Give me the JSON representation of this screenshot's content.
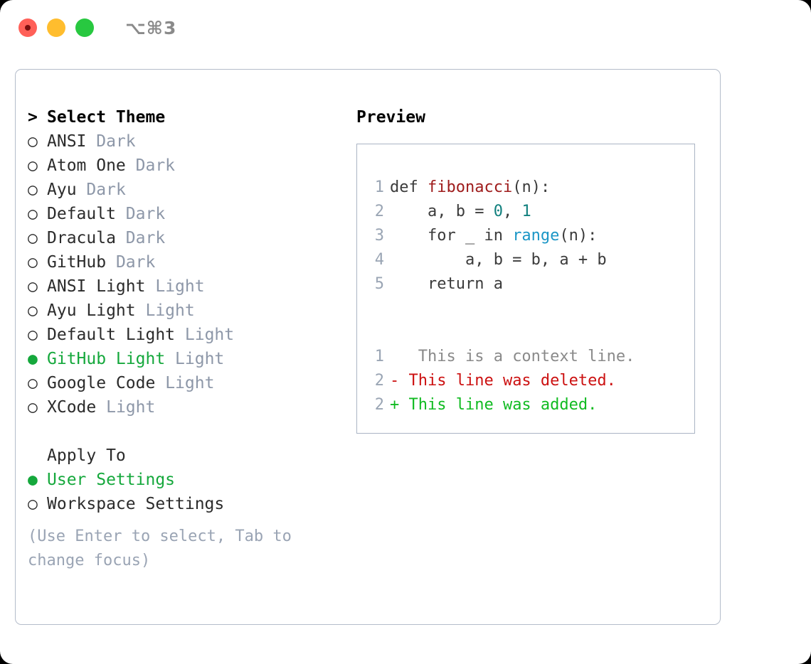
{
  "titlebar": {
    "shortcut": "⌥⌘3",
    "buttons": [
      {
        "name": "close",
        "color": "#ff6058"
      },
      {
        "name": "minimize",
        "color": "#ffbd2e"
      },
      {
        "name": "maximize",
        "color": "#28c840"
      }
    ]
  },
  "theme_list": {
    "header_marker": ">",
    "header": "Select Theme",
    "selected_theme": "GitHub Light",
    "marker_unselected": "○",
    "marker_selected": "●",
    "items": [
      {
        "marker": "○",
        "label": "ANSI",
        "variant": "Dark",
        "selected": false
      },
      {
        "marker": "○",
        "label": "Atom One",
        "variant": "Dark",
        "selected": false
      },
      {
        "marker": "○",
        "label": "Ayu",
        "variant": "Dark",
        "selected": false
      },
      {
        "marker": "○",
        "label": "Default",
        "variant": "Dark",
        "selected": false
      },
      {
        "marker": "○",
        "label": "Dracula",
        "variant": "Dark",
        "selected": false
      },
      {
        "marker": "○",
        "label": "GitHub",
        "variant": "Dark",
        "selected": false
      },
      {
        "marker": "○",
        "label": "ANSI Light",
        "variant": "Light",
        "selected": false
      },
      {
        "marker": "○",
        "label": "Ayu Light",
        "variant": "Light",
        "selected": false
      },
      {
        "marker": "○",
        "label": "Default Light",
        "variant": "Light",
        "selected": false
      },
      {
        "marker": "●",
        "label": "GitHub Light",
        "variant": "Light",
        "selected": true
      },
      {
        "marker": "○",
        "label": "Google Code",
        "variant": "Light",
        "selected": false
      },
      {
        "marker": "○",
        "label": "XCode",
        "variant": "Light",
        "selected": false
      }
    ]
  },
  "apply_to": {
    "label": "Apply To",
    "selected_option": "User Settings",
    "options": [
      {
        "marker": "●",
        "label": "User Settings",
        "selected": true
      },
      {
        "marker": "○",
        "label": "Workspace Settings",
        "selected": false
      }
    ]
  },
  "hint": "(Use Enter to select, Tab to change focus)",
  "preview": {
    "title": "Preview",
    "code_lines": [
      {
        "lineno": "1",
        "tokens": [
          {
            "text": "def ",
            "type": "plain"
          },
          {
            "text": "fibonacci",
            "type": "fn"
          },
          {
            "text": "(n):",
            "type": "plain"
          }
        ]
      },
      {
        "lineno": "2",
        "tokens": [
          {
            "text": "    a, b = ",
            "type": "plain"
          },
          {
            "text": "0",
            "type": "num"
          },
          {
            "text": ", ",
            "type": "plain"
          },
          {
            "text": "1",
            "type": "num"
          }
        ]
      },
      {
        "lineno": "3",
        "tokens": [
          {
            "text": "    for _ in ",
            "type": "plain"
          },
          {
            "text": "range",
            "type": "built"
          },
          {
            "text": "(n):",
            "type": "plain"
          }
        ]
      },
      {
        "lineno": "4",
        "tokens": [
          {
            "text": "        a, b = b, a + b",
            "type": "plain"
          }
        ]
      },
      {
        "lineno": "5",
        "tokens": [
          {
            "text": "    return a",
            "type": "plain"
          }
        ]
      }
    ],
    "diff_lines": [
      {
        "lineno": "1",
        "sign": " ",
        "text": "  This is a context line.",
        "kind": "ctx"
      },
      {
        "lineno": "2",
        "sign": "-",
        "text": " This line was deleted.",
        "kind": "del"
      },
      {
        "lineno": "2",
        "sign": "+",
        "text": " This line was added.",
        "kind": "add"
      }
    ]
  },
  "colors": {
    "accent_green": "#15a83c",
    "muted": "#8d97a8",
    "hint": "#9aa4b4",
    "border": "#b4bcca",
    "preview_border": "#aab4c4",
    "fn": "#9e1b1b",
    "num": "#11807e",
    "builtin": "#1b96c6",
    "diff_del": "#cc1111",
    "diff_add": "#11bb22",
    "diff_ctx": "#8a8a8a"
  }
}
